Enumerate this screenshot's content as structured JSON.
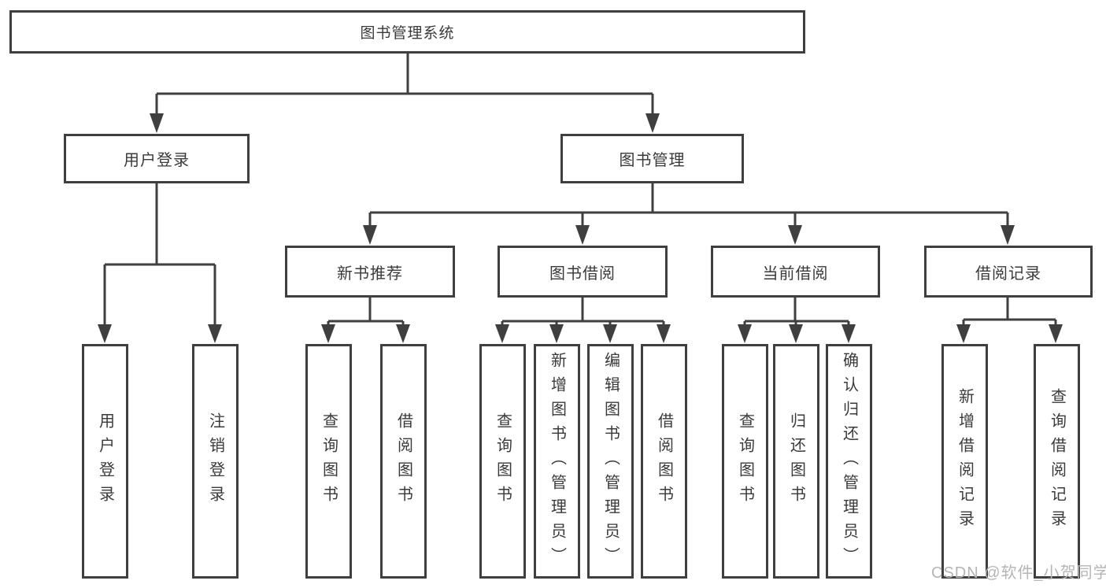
{
  "diagram": {
    "root": {
      "label": "图书管理系统"
    },
    "branches": [
      {
        "label": "用户登录",
        "leaves": [
          {
            "label": "用户登录"
          },
          {
            "label": "注销登录"
          }
        ]
      },
      {
        "label": "图书管理",
        "groups": [
          {
            "label": "新书推荐",
            "leaves": [
              {
                "label": "查询图书"
              },
              {
                "label": "借阅图书"
              }
            ]
          },
          {
            "label": "图书借阅",
            "leaves": [
              {
                "label": "查询图书"
              },
              {
                "label": "新增图书（管理员）"
              },
              {
                "label": "编辑图书（管理员）"
              },
              {
                "label": "借阅图书"
              }
            ]
          },
          {
            "label": "当前借阅",
            "leaves": [
              {
                "label": "查询图书"
              },
              {
                "label": "归还图书"
              },
              {
                "label": "确认归还（管理员）"
              }
            ]
          },
          {
            "label": "借阅记录",
            "leaves": [
              {
                "label": "新增借阅记录"
              },
              {
                "label": "查询借阅记录"
              }
            ]
          }
        ]
      }
    ]
  },
  "watermark": {
    "text": "CSDN @软件_小贺同学"
  },
  "colors": {
    "line": "#3f3f3f",
    "box_border": "#3f3f3f",
    "text": "#3a3a3a",
    "watermark": "#b5b5b5",
    "background": "#ffffff"
  }
}
